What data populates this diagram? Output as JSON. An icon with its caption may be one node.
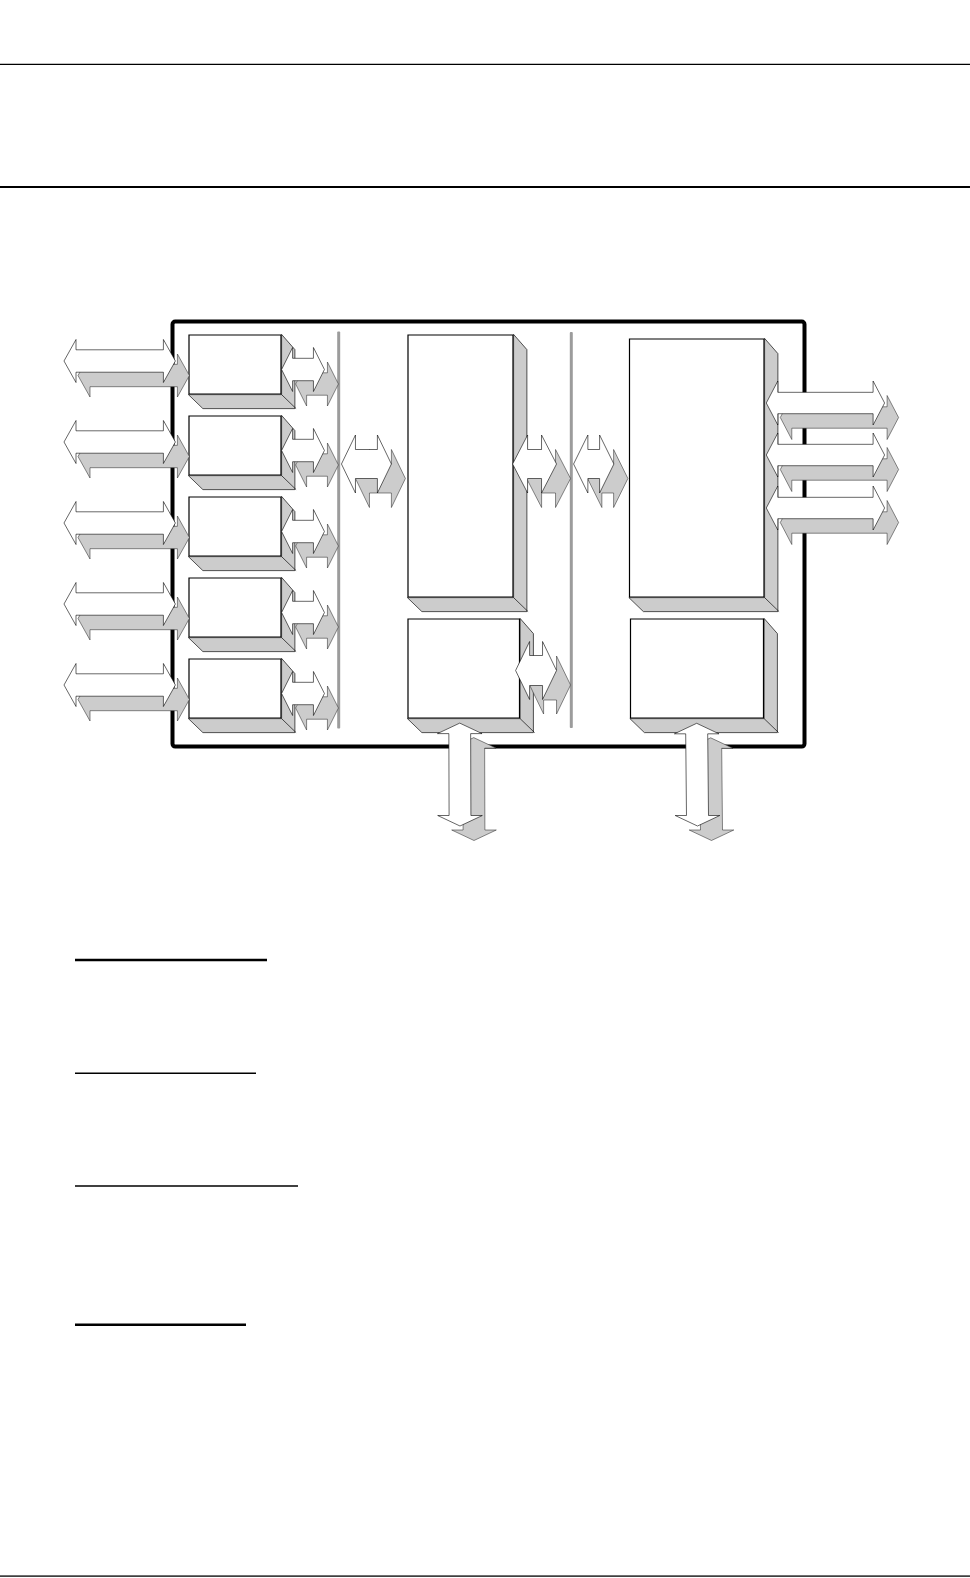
{
  "diagram": {
    "nodes": [
      {
        "text": [],
        "shape": "box"
      },
      {
        "text": [],
        "shape": "box",
        "in": 0
      },
      {
        "text": [],
        "shape": "box",
        "in": 0
      },
      {
        "text": [],
        "shape": "box",
        "in": 0
      },
      {
        "text": [],
        "shape": "box",
        "in": 0
      },
      {
        "text": [],
        "shape": "box",
        "in": 0
      },
      {
        "text": [],
        "shape": "bar",
        "in": 0
      },
      {
        "text": [],
        "shape": "box",
        "in": 0
      },
      {
        "text": [],
        "shape": "box",
        "in": 0
      },
      {
        "text": [],
        "shape": "bar",
        "in": 0
      },
      {
        "text": [],
        "shape": "box",
        "in": 0
      },
      {
        "text": [],
        "shape": "box",
        "in": 0
      }
    ],
    "edges": [
      {
        "from": null,
        "to": 1,
        "arrow": "both"
      },
      {
        "from": null,
        "to": 2,
        "arrow": "both"
      },
      {
        "from": null,
        "to": 3,
        "arrow": "both"
      },
      {
        "from": null,
        "to": 4,
        "arrow": "both"
      },
      {
        "from": null,
        "to": 5,
        "arrow": "both"
      },
      {
        "from": 1,
        "to": 6,
        "arrow": "both"
      },
      {
        "from": 2,
        "to": 6,
        "arrow": "both"
      },
      {
        "from": 3,
        "to": 6,
        "arrow": "both"
      },
      {
        "from": 4,
        "to": 6,
        "arrow": "both"
      },
      {
        "from": 5,
        "to": 6,
        "arrow": "both"
      },
      {
        "from": 6,
        "to": 7,
        "arrow": "both"
      },
      {
        "from": 7,
        "to": 9,
        "arrow": "both"
      },
      {
        "from": 8,
        "to": 9,
        "arrow": "both"
      },
      {
        "from": 9,
        "to": 10,
        "arrow": "both"
      },
      {
        "from": 10,
        "to": null,
        "arrow": "both"
      },
      {
        "from": 10,
        "to": null,
        "arrow": "both"
      },
      {
        "from": 10,
        "to": null,
        "arrow": "both"
      },
      {
        "from": 8,
        "to": null,
        "arrow": "both"
      },
      {
        "from": 11,
        "to": null,
        "arrow": "both"
      }
    ]
  }
}
